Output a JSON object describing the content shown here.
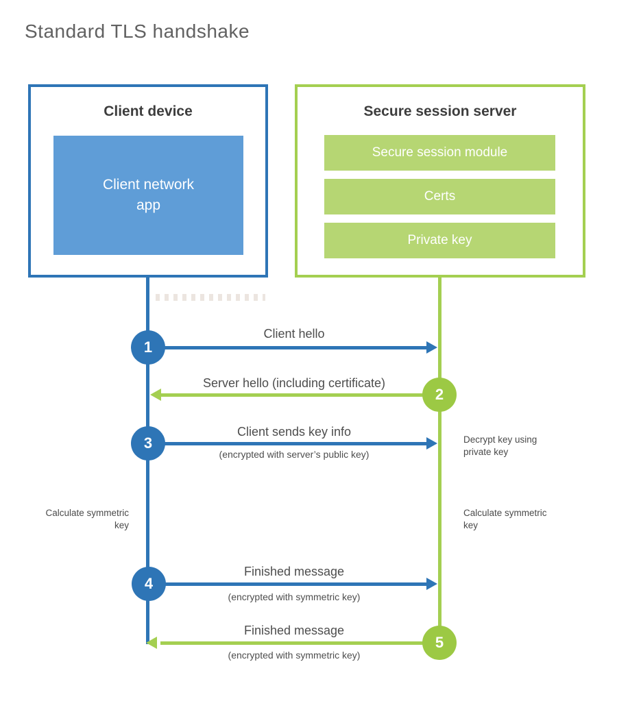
{
  "title": "Standard TLS handshake",
  "colors": {
    "blue_line": "#2e75b6",
    "blue_fill": "#5f9dd7",
    "green_line": "#a4cf51",
    "green_fill": "#b6d673",
    "green_badge": "#9cc944",
    "label_text": "#4d4d4d"
  },
  "client": {
    "title": "Client device",
    "app_label": "Client network\napp"
  },
  "server": {
    "title": "Secure session server",
    "modules": [
      "Secure session module",
      "Certs",
      "Private key"
    ]
  },
  "steps": [
    {
      "number": "1",
      "label": "Client hello",
      "sublabel": "",
      "direction": "client-to-server",
      "color": "blue"
    },
    {
      "number": "2",
      "label": "Server hello (including certificate)",
      "sublabel": "",
      "direction": "server-to-client",
      "color": "green"
    },
    {
      "number": "3",
      "label": "Client sends key info",
      "sublabel": "(encrypted with server’s public key)",
      "direction": "client-to-server",
      "color": "blue"
    },
    {
      "number": "4",
      "label": "Finished message",
      "sublabel": "(encrypted with symmetric key)",
      "direction": "client-to-server",
      "color": "blue"
    },
    {
      "number": "5",
      "label": "Finished message",
      "sublabel": "(encrypted with symmetric key)",
      "direction": "server-to-client",
      "color": "green"
    }
  ],
  "notes": {
    "decrypt": "Decrypt key using private key",
    "calculate_left": "Calculate symmetric key",
    "calculate_right": "Calculate symmetric key"
  }
}
